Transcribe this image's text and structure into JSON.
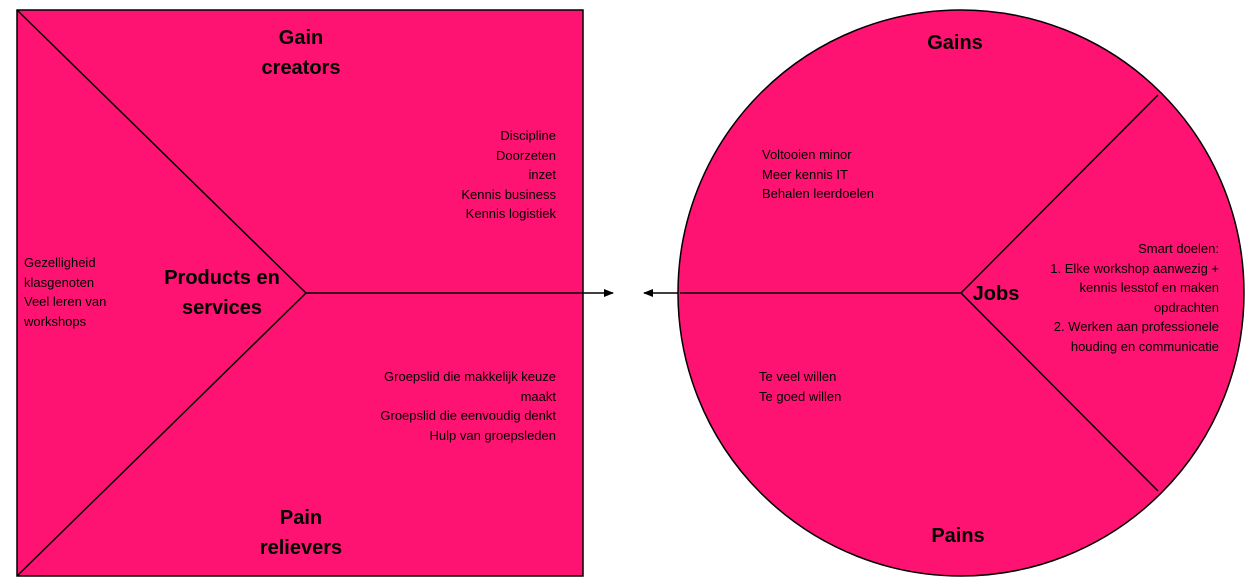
{
  "colors": {
    "fill": "#ff1372",
    "stroke": "#000000"
  },
  "value_map": {
    "gain_creators_title": [
      "Gain",
      "creators"
    ],
    "pain_relievers_title": [
      "Pain",
      "relievers"
    ],
    "products_title": [
      "Products en",
      "services"
    ],
    "products_items": [
      "Gezelligheid",
      "klasgenoten",
      "Veel leren van",
      "workshops"
    ],
    "gain_creators_items": [
      "Discipline",
      "Doorzeten",
      "inzet",
      "Kennis business",
      "Kennis logistiek"
    ],
    "pain_relievers_items": [
      "Groepslid die makkelijk keuze",
      "maakt",
      "Groepslid die eenvoudig denkt",
      "Hulp van groepsleden"
    ]
  },
  "customer_profile": {
    "gains_title": "Gains",
    "pains_title": "Pains",
    "jobs_title": "Jobs",
    "gains_items": [
      "Voltooien minor",
      "Meer kennis IT",
      "Behalen leerdoelen"
    ],
    "pains_items": [
      "Te veel willen",
      "Te goed willen"
    ],
    "jobs_items": [
      "Smart doelen:",
      "1. Elke workshop aanwezig +",
      "kennis lesstof en maken",
      "opdrachten",
      "2. Werken aan professionele",
      "houding en communicatie"
    ]
  }
}
